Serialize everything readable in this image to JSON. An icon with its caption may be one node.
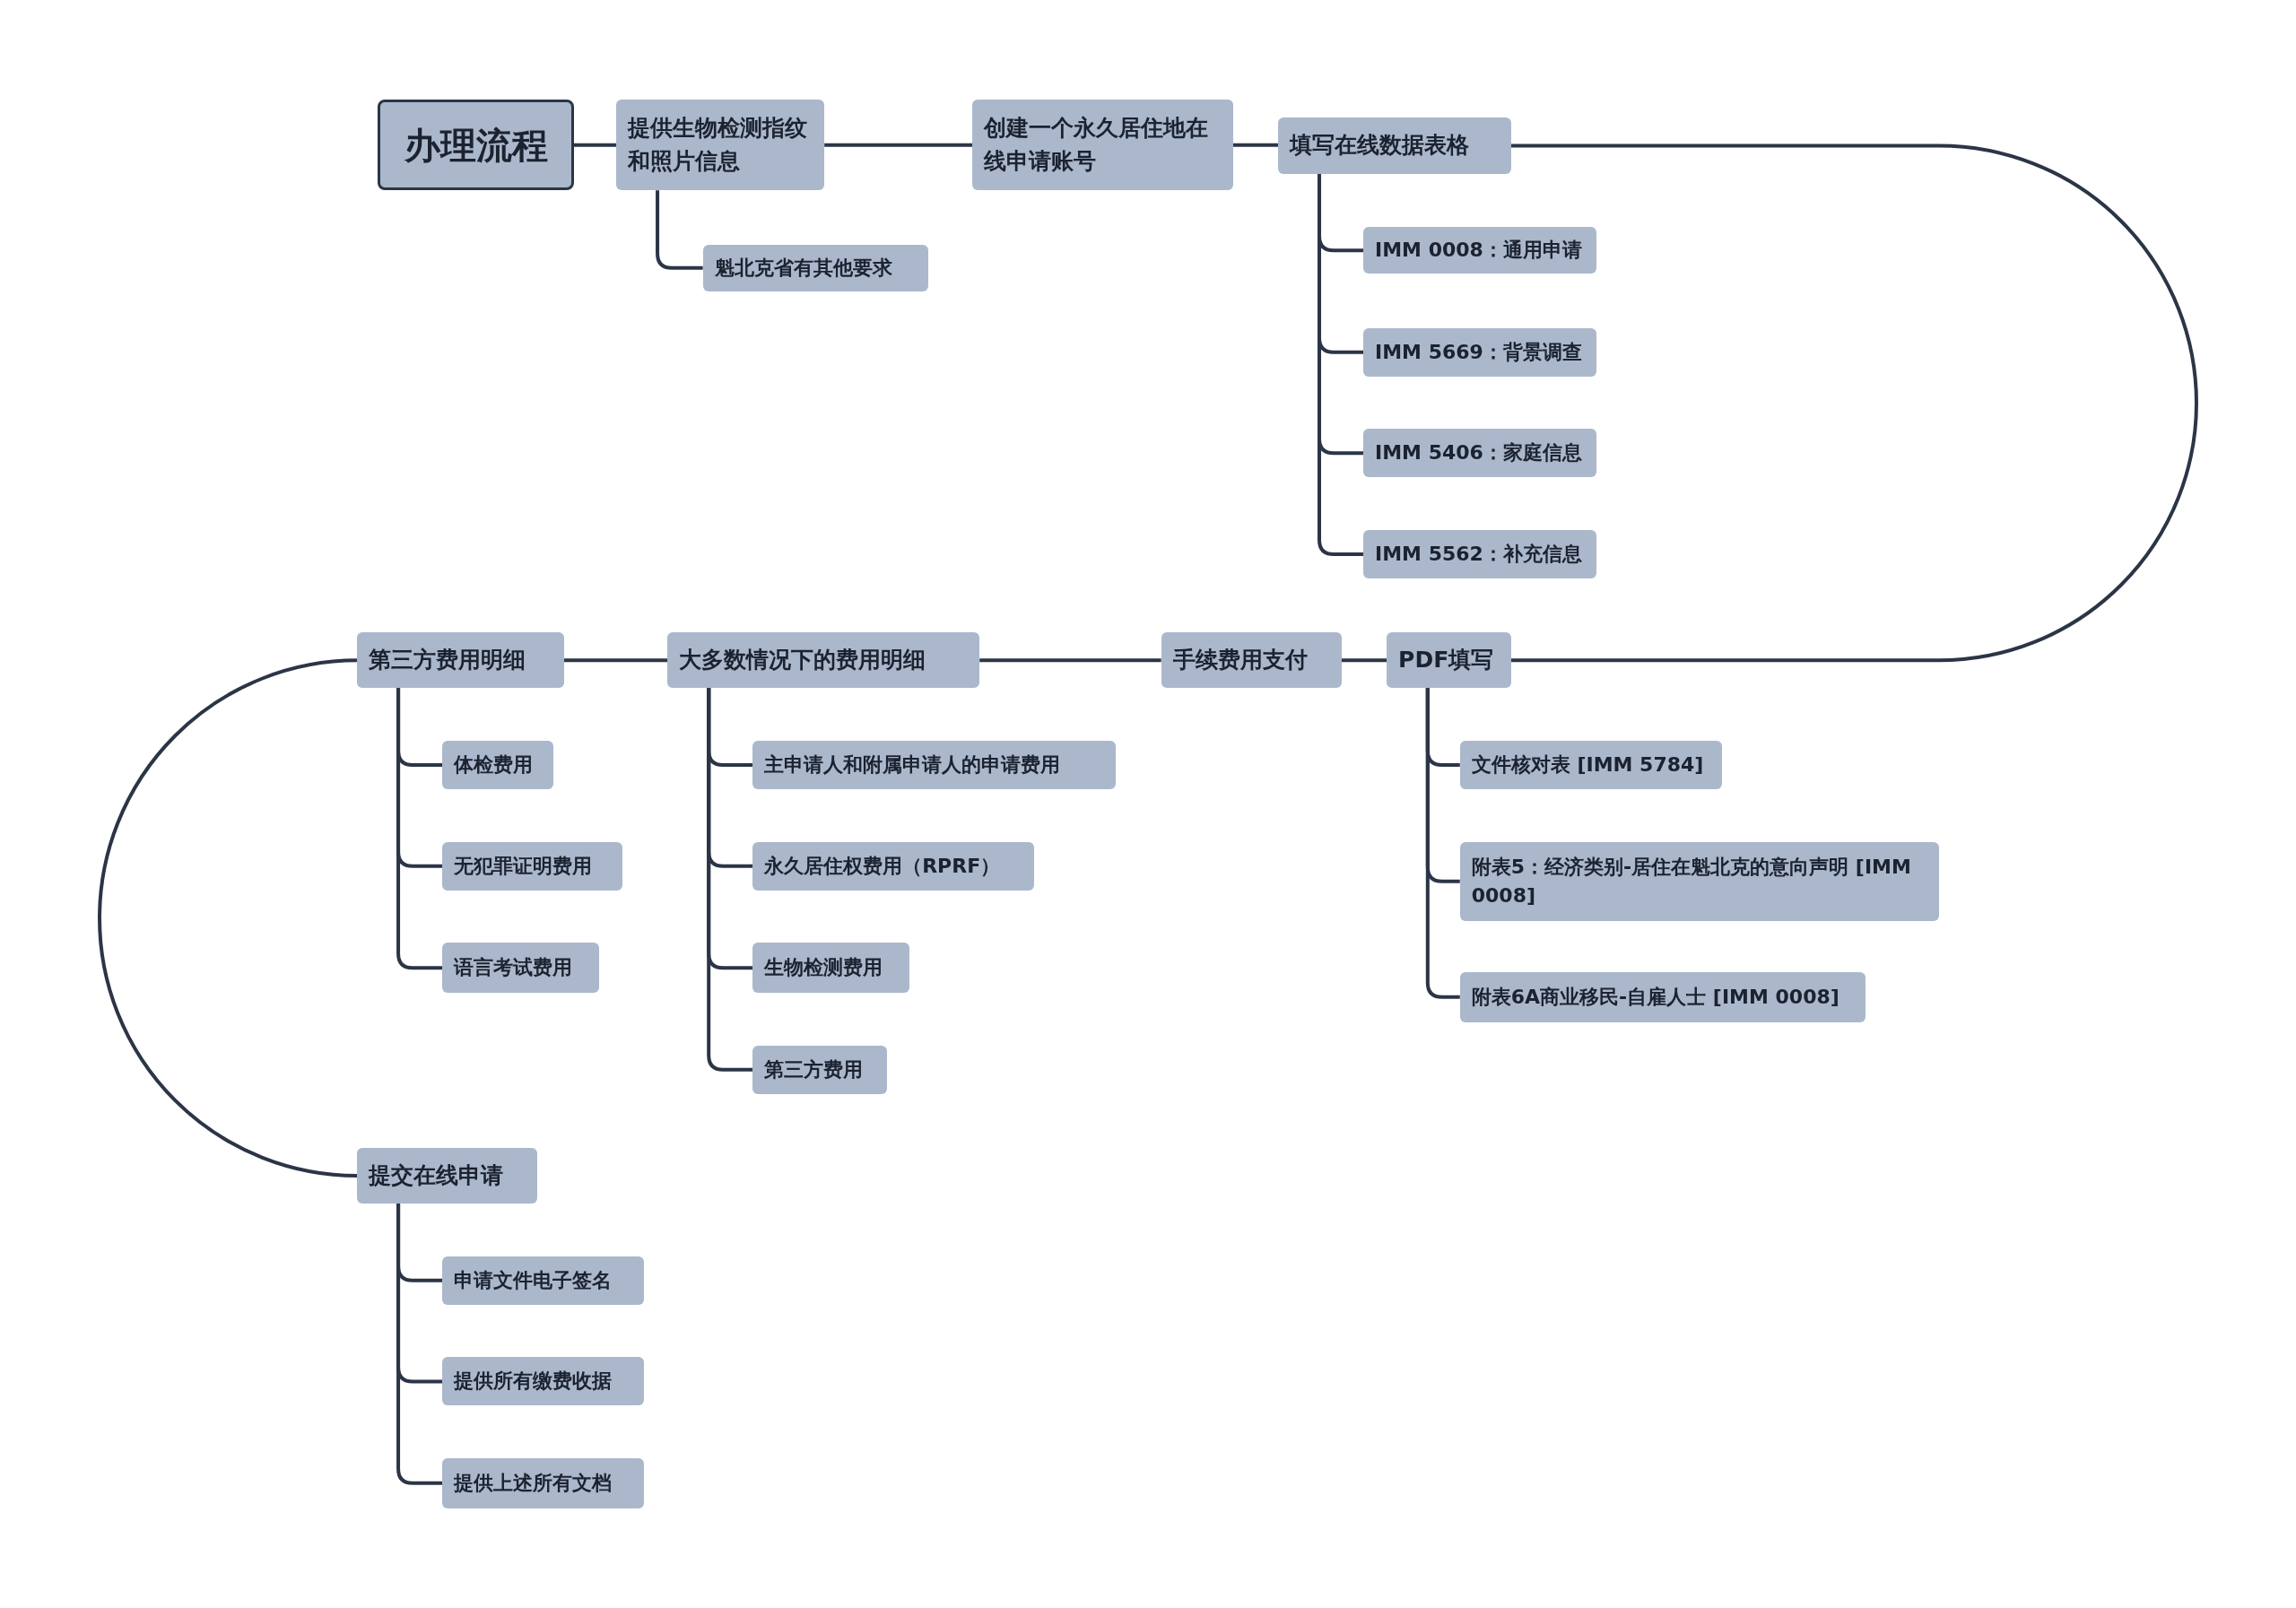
{
  "diagram": {
    "nodes": [
      {
        "text": [
          "办理流程"
        ]
      },
      {
        "text": [
          "提供生物检测指纹和照片信息"
        ]
      },
      {
        "text": [
          "魁北克省有其他要求"
        ]
      },
      {
        "text": [
          "创建一个永久居住地在线申请账号"
        ]
      },
      {
        "text": [
          "填写在线数据表格"
        ]
      },
      {
        "text": [
          "IMM 0008：通用申请"
        ]
      },
      {
        "text": [
          "IMM 5669：背景调查"
        ]
      },
      {
        "text": [
          "IMM 5406：家庭信息"
        ]
      },
      {
        "text": [
          "IMM 5562：补充信息"
        ]
      },
      {
        "text": [
          "PDF填写"
        ]
      },
      {
        "text": [
          "文件核对表 [IMM 5784]"
        ]
      },
      {
        "text": [
          "附表5：经济类别-居住在魁北克的意向声明 [IMM 0008]"
        ]
      },
      {
        "text": [
          "附表6A商业移民-自雇人士 [IMM 0008]"
        ]
      },
      {
        "text": [
          "手续费用支付"
        ]
      },
      {
        "text": [
          "大多数情况下的费用明细"
        ]
      },
      {
        "text": [
          "主申请人和附属申请人的申请费用"
        ]
      },
      {
        "text": [
          "永久居住权费用（RPRF）"
        ]
      },
      {
        "text": [
          "生物检测费用"
        ]
      },
      {
        "text": [
          "第三方费用"
        ]
      },
      {
        "text": [
          "第三方费用明细"
        ]
      },
      {
        "text": [
          "体检费用"
        ]
      },
      {
        "text": [
          "无犯罪证明费用"
        ]
      },
      {
        "text": [
          "语言考试费用"
        ]
      },
      {
        "text": [
          "提交在线申请"
        ]
      },
      {
        "text": [
          "申请文件电子签名"
        ]
      },
      {
        "text": [
          "提供所有缴费收据"
        ]
      },
      {
        "text": [
          "提供上述所有文档"
        ]
      }
    ],
    "edges": [
      {
        "from": 0,
        "to": 1,
        "arrow": "none"
      },
      {
        "from": 1,
        "to": 2,
        "arrow": "none"
      },
      {
        "from": 1,
        "to": 3,
        "arrow": "none"
      },
      {
        "from": 3,
        "to": 4,
        "arrow": "none"
      },
      {
        "from": 4,
        "to": 5,
        "arrow": "none"
      },
      {
        "from": 4,
        "to": 6,
        "arrow": "none"
      },
      {
        "from": 4,
        "to": 7,
        "arrow": "none"
      },
      {
        "from": 4,
        "to": 8,
        "arrow": "none"
      },
      {
        "from": 4,
        "to": 9,
        "arrow": "none"
      },
      {
        "from": 9,
        "to": 10,
        "arrow": "none"
      },
      {
        "from": 9,
        "to": 11,
        "arrow": "none"
      },
      {
        "from": 9,
        "to": 12,
        "arrow": "none"
      },
      {
        "from": 9,
        "to": 13,
        "arrow": "none"
      },
      {
        "from": 13,
        "to": 14,
        "arrow": "none"
      },
      {
        "from": 14,
        "to": 15,
        "arrow": "none"
      },
      {
        "from": 14,
        "to": 16,
        "arrow": "none"
      },
      {
        "from": 14,
        "to": 17,
        "arrow": "none"
      },
      {
        "from": 14,
        "to": 18,
        "arrow": "none"
      },
      {
        "from": 14,
        "to": 19,
        "arrow": "none"
      },
      {
        "from": 19,
        "to": 20,
        "arrow": "none"
      },
      {
        "from": 19,
        "to": 21,
        "arrow": "none"
      },
      {
        "from": 19,
        "to": 22,
        "arrow": "none"
      },
      {
        "from": 19,
        "to": 23,
        "arrow": "none"
      },
      {
        "from": 23,
        "to": 24,
        "arrow": "none"
      },
      {
        "from": 23,
        "to": 25,
        "arrow": "none"
      },
      {
        "from": 23,
        "to": 26,
        "arrow": "none"
      }
    ]
  }
}
